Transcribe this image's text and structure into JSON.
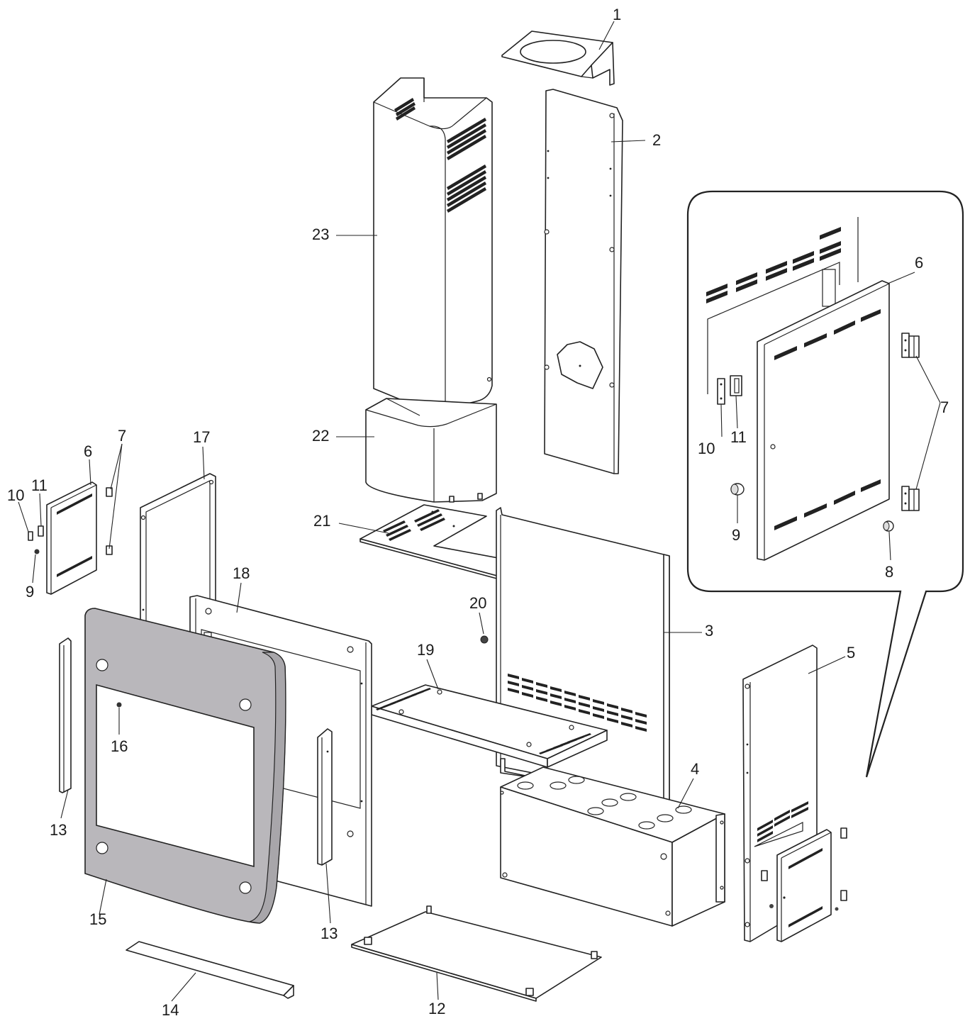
{
  "diagram": {
    "callouts": [
      {
        "id": "c1",
        "text": "1"
      },
      {
        "id": "c2",
        "text": "2"
      },
      {
        "id": "c3",
        "text": "3"
      },
      {
        "id": "c4",
        "text": "4"
      },
      {
        "id": "c5",
        "text": "5"
      },
      {
        "id": "c6",
        "text": "6"
      },
      {
        "id": "c7",
        "text": "7"
      },
      {
        "id": "c9",
        "text": "9"
      },
      {
        "id": "c10",
        "text": "10"
      },
      {
        "id": "c11",
        "text": "11"
      },
      {
        "id": "c12",
        "text": "12"
      },
      {
        "id": "c13a",
        "text": "13"
      },
      {
        "id": "c13b",
        "text": "13"
      },
      {
        "id": "c14",
        "text": "14"
      },
      {
        "id": "c15",
        "text": "15"
      },
      {
        "id": "c16",
        "text": "16"
      },
      {
        "id": "c17",
        "text": "17"
      },
      {
        "id": "c18",
        "text": "18"
      },
      {
        "id": "c19",
        "text": "19"
      },
      {
        "id": "c20",
        "text": "20"
      },
      {
        "id": "c21",
        "text": "21"
      },
      {
        "id": "c22",
        "text": "22"
      },
      {
        "id": "c23",
        "text": "23"
      }
    ],
    "detail": {
      "callouts": [
        {
          "id": "d6",
          "text": "6"
        },
        {
          "id": "d7",
          "text": "7"
        },
        {
          "id": "d8",
          "text": "8"
        },
        {
          "id": "d9",
          "text": "9"
        },
        {
          "id": "d10",
          "text": "10"
        },
        {
          "id": "d11",
          "text": "11"
        }
      ]
    },
    "colors": {
      "line": "#222222",
      "front_panel_fill": "#b9b7bb",
      "background": "#ffffff"
    }
  }
}
